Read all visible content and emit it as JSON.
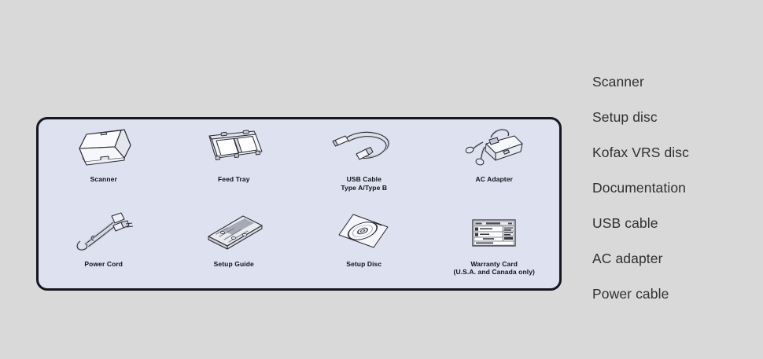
{
  "colors": {
    "page_background": "#d9d9d9",
    "panel_fill": "#dde1f0",
    "panel_border": "#16161f",
    "list_text": "#303030",
    "caption_text": "#111118"
  },
  "contents_panel": {
    "items": [
      {
        "name": "scanner",
        "icon": "scanner-icon",
        "caption": "Scanner"
      },
      {
        "name": "feed-tray",
        "icon": "feed-tray-icon",
        "caption": "Feed Tray"
      },
      {
        "name": "usb-cable",
        "icon": "usb-cable-icon",
        "caption": "USB Cable\nType A/Type B"
      },
      {
        "name": "ac-adapter",
        "icon": "ac-adapter-icon",
        "caption": "AC Adapter"
      },
      {
        "name": "power-cord",
        "icon": "power-cord-icon",
        "caption": "Power Cord"
      },
      {
        "name": "setup-guide",
        "icon": "setup-guide-icon",
        "caption": "Setup Guide"
      },
      {
        "name": "setup-disc",
        "icon": "setup-disc-icon",
        "caption": "Setup Disc"
      },
      {
        "name": "warranty-card",
        "icon": "warranty-card-icon",
        "caption": "Warranty Card\n(U.S.A. and Canada only)"
      }
    ]
  },
  "parts_list": {
    "items": [
      {
        "label": "Scanner"
      },
      {
        "label": "Setup disc"
      },
      {
        "label": "Kofax VRS disc"
      },
      {
        "label": "Documentation"
      },
      {
        "label": "USB cable"
      },
      {
        "label": "AC adapter"
      },
      {
        "label": "Power cable"
      }
    ]
  }
}
